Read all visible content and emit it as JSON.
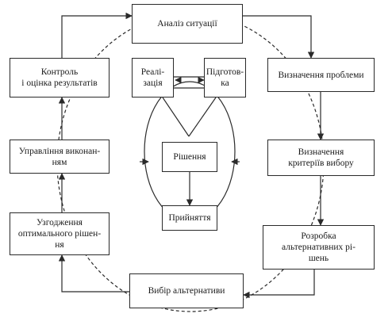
{
  "nodes": {
    "analysis": "Аналіз ситуації",
    "problem": "Визначення проблеми",
    "criteria": "Визначення\nкритеріїв вибору",
    "alternatives": "Розробка\nальтернативних рі-\nшень",
    "choice": "Вибір альтернативи",
    "agree": "Узгодження\nоптимального рішен-\nня",
    "execution": "Управління виконан-\nням",
    "control": "Контроль\nі оцінка результатів",
    "realization": "Реалі-\nзація",
    "preparation": "Підготов-\nка",
    "solution": "Рішення",
    "adoption": "Прийняття"
  },
  "colors": {
    "line": "#2a2a2a",
    "background": "#ffffff"
  }
}
